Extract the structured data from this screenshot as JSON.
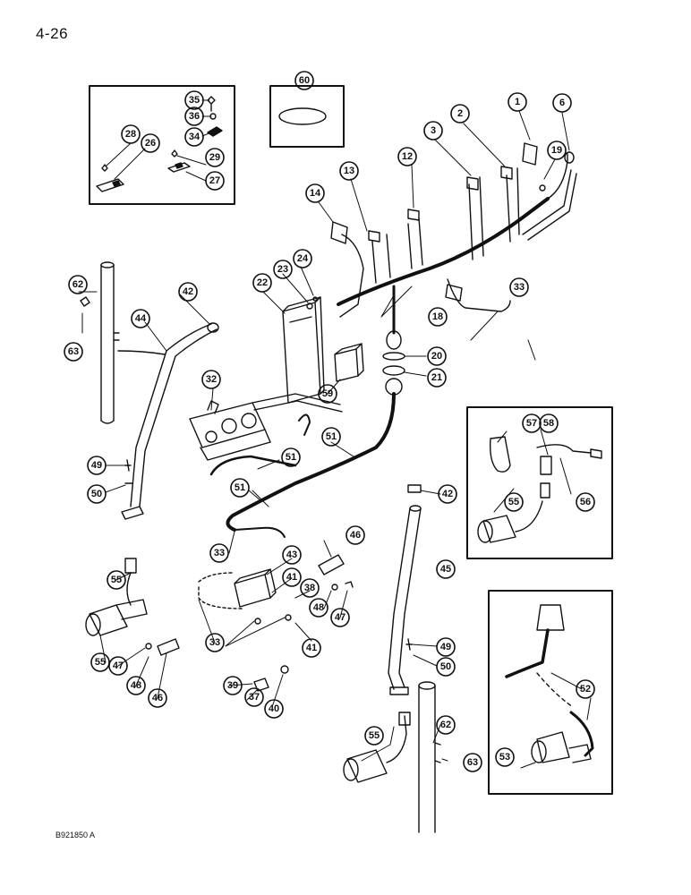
{
  "page": {
    "number": "4-26",
    "reference": "B921850 A"
  },
  "palette": {
    "ink": "#111111",
    "paper": "#ffffff"
  },
  "callouts": [
    "1",
    "2",
    "3",
    "6",
    "12",
    "13",
    "14",
    "18",
    "19",
    "20",
    "21",
    "22",
    "23",
    "24",
    "26",
    "27",
    "28",
    "29",
    "32",
    "33",
    "34",
    "35",
    "36",
    "37",
    "38",
    "39",
    "40",
    "41",
    "42",
    "43",
    "44",
    "45",
    "46",
    "47",
    "48",
    "49",
    "50",
    "51",
    "52",
    "53",
    "55",
    "56",
    "57",
    "58",
    "59",
    "60",
    "62",
    "63"
  ]
}
